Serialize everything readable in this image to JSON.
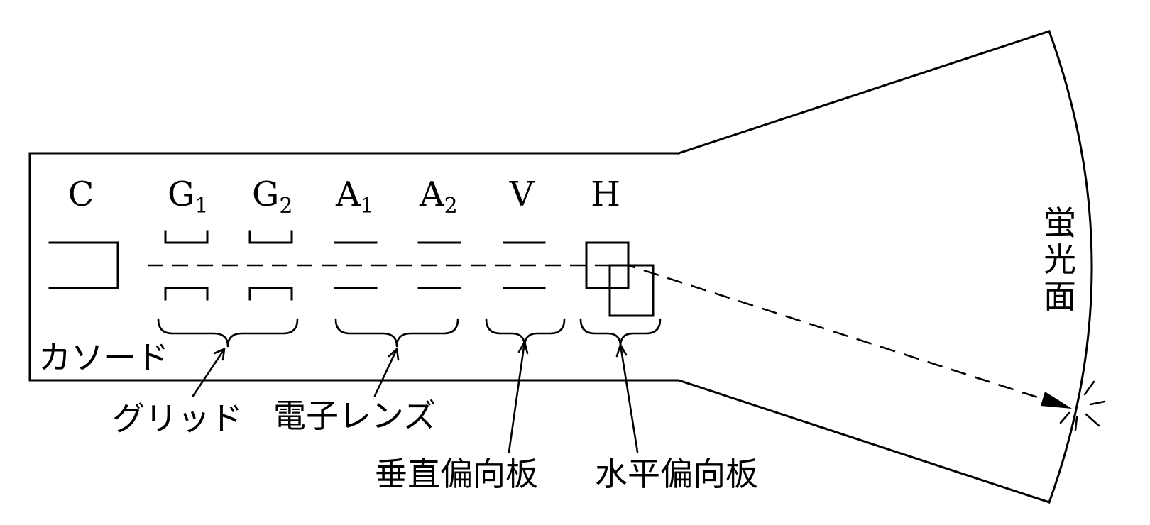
{
  "electrodes": {
    "cathode": "C",
    "grid1": {
      "main": "G",
      "sub": "1"
    },
    "grid2": {
      "main": "G",
      "sub": "2"
    },
    "anode1": {
      "main": "A",
      "sub": "1"
    },
    "anode2": {
      "main": "A",
      "sub": "2"
    },
    "vertical": "V",
    "horizontal": "H"
  },
  "labels": {
    "cathode": "カソード",
    "grid": "グリッド",
    "electron_lens": "電子レンズ",
    "vertical_deflector": "垂直偏向板",
    "horizontal_deflector": "水平偏向板",
    "screen_chars": [
      "蛍",
      "光",
      "面"
    ]
  }
}
